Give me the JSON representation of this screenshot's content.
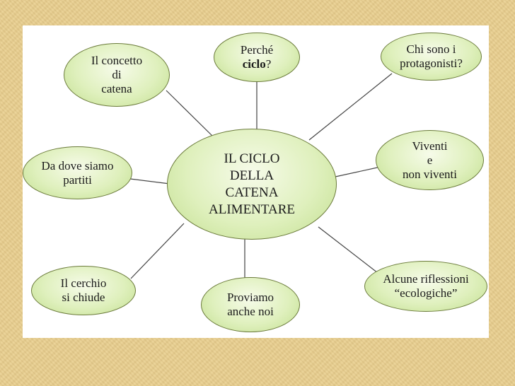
{
  "diagram": {
    "center": {
      "lines": [
        "IL CICLO",
        "DELLA",
        "CATENA",
        "ALIMENTARE"
      ]
    },
    "nodes": {
      "concetto": {
        "lines": [
          "Il concetto",
          "di",
          "catena"
        ]
      },
      "perche": {
        "line1": "Perché",
        "line2_bold": "ciclo",
        "line2_rest": "?"
      },
      "protagonisti": {
        "lines": [
          "Chi sono i",
          "protagonisti?"
        ]
      },
      "partiti": {
        "lines": [
          "Da dove siamo",
          "partiti"
        ]
      },
      "viventi": {
        "lines": [
          "Viventi",
          "e",
          "non viventi"
        ]
      },
      "cerchio": {
        "lines": [
          "Il cerchio",
          "si chiude"
        ]
      },
      "proviamo": {
        "lines": [
          "Proviamo",
          "anche noi"
        ]
      },
      "riflessioni": {
        "lines": [
          "Alcune riflessioni",
          "“ecologiche”"
        ]
      }
    },
    "colors": {
      "node_fill": "#dff0bd",
      "node_border": "#6a7a3a",
      "connector": "#444444",
      "page_background": "#e9cf8f"
    }
  }
}
